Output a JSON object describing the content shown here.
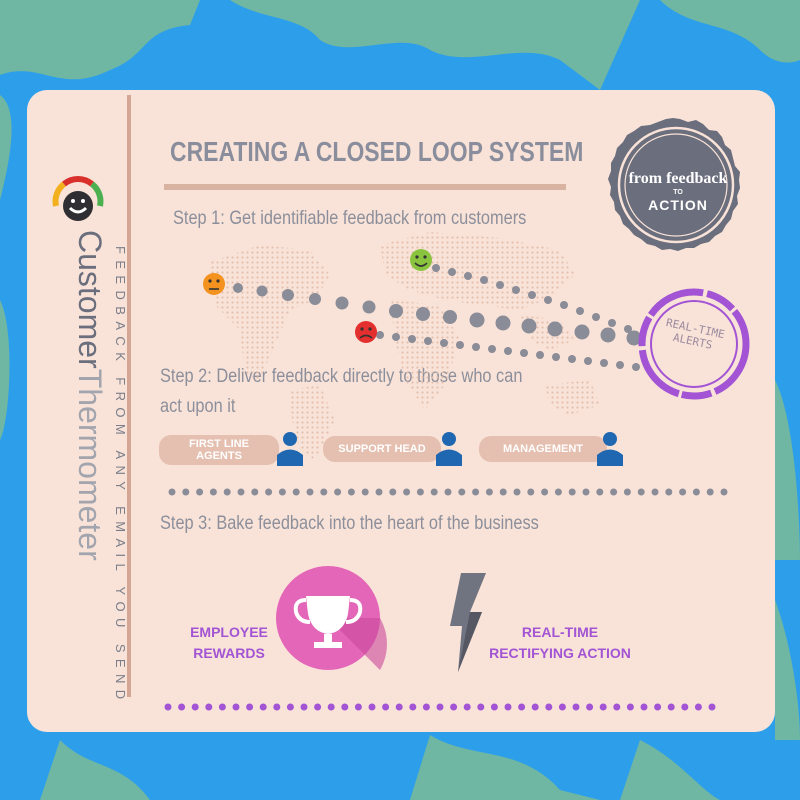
{
  "title": "CREATING A CLOSED LOOP SYSTEM",
  "brand": {
    "name_part1": "Customer",
    "name_part2": "Thermometer",
    "tagline": "FEEDBACK FROM ANY EMAIL YOU SEND"
  },
  "stamp": {
    "line1": "from feedback",
    "line2": "TO",
    "line3": "ACTION"
  },
  "alerts_stamp": {
    "line1": "REAL-TIME",
    "line2": "ALERTS"
  },
  "steps": {
    "step1": "Step 1: Get identifiable feedback from customers",
    "step2_line1": "Step 2: Deliver feedback directly to those who can",
    "step2_line2": "act upon it",
    "step3": "Step 3: Bake feedback into the heart of the business"
  },
  "roles": [
    {
      "line1": "FIRST LINE",
      "line2": "AGENTS"
    },
    {
      "line1": "SUPPORT HEAD",
      "line2": ""
    },
    {
      "line1": "MANAGEMENT",
      "line2": ""
    }
  ],
  "outcomes": {
    "left_line1": "EMPLOYEE",
    "left_line2": "REWARDS",
    "right_line1": "REAL-TIME",
    "right_line2": "RECTIFYING ACTION"
  },
  "icons": [
    "trophy-icon",
    "lightning-icon",
    "user-icon",
    "smiley-green-icon",
    "smiley-orange-icon",
    "smiley-red-icon",
    "thermometer-logo-icon"
  ],
  "colors": {
    "ocean": "#2d9fea",
    "land": "#6fb6a3",
    "card": "#f9e3d8",
    "accent_purple": "#a254d4",
    "trophy_pink": "#e466b8",
    "user_blue": "#1f67b0",
    "stamp_gray": "#6b6e7d"
  }
}
